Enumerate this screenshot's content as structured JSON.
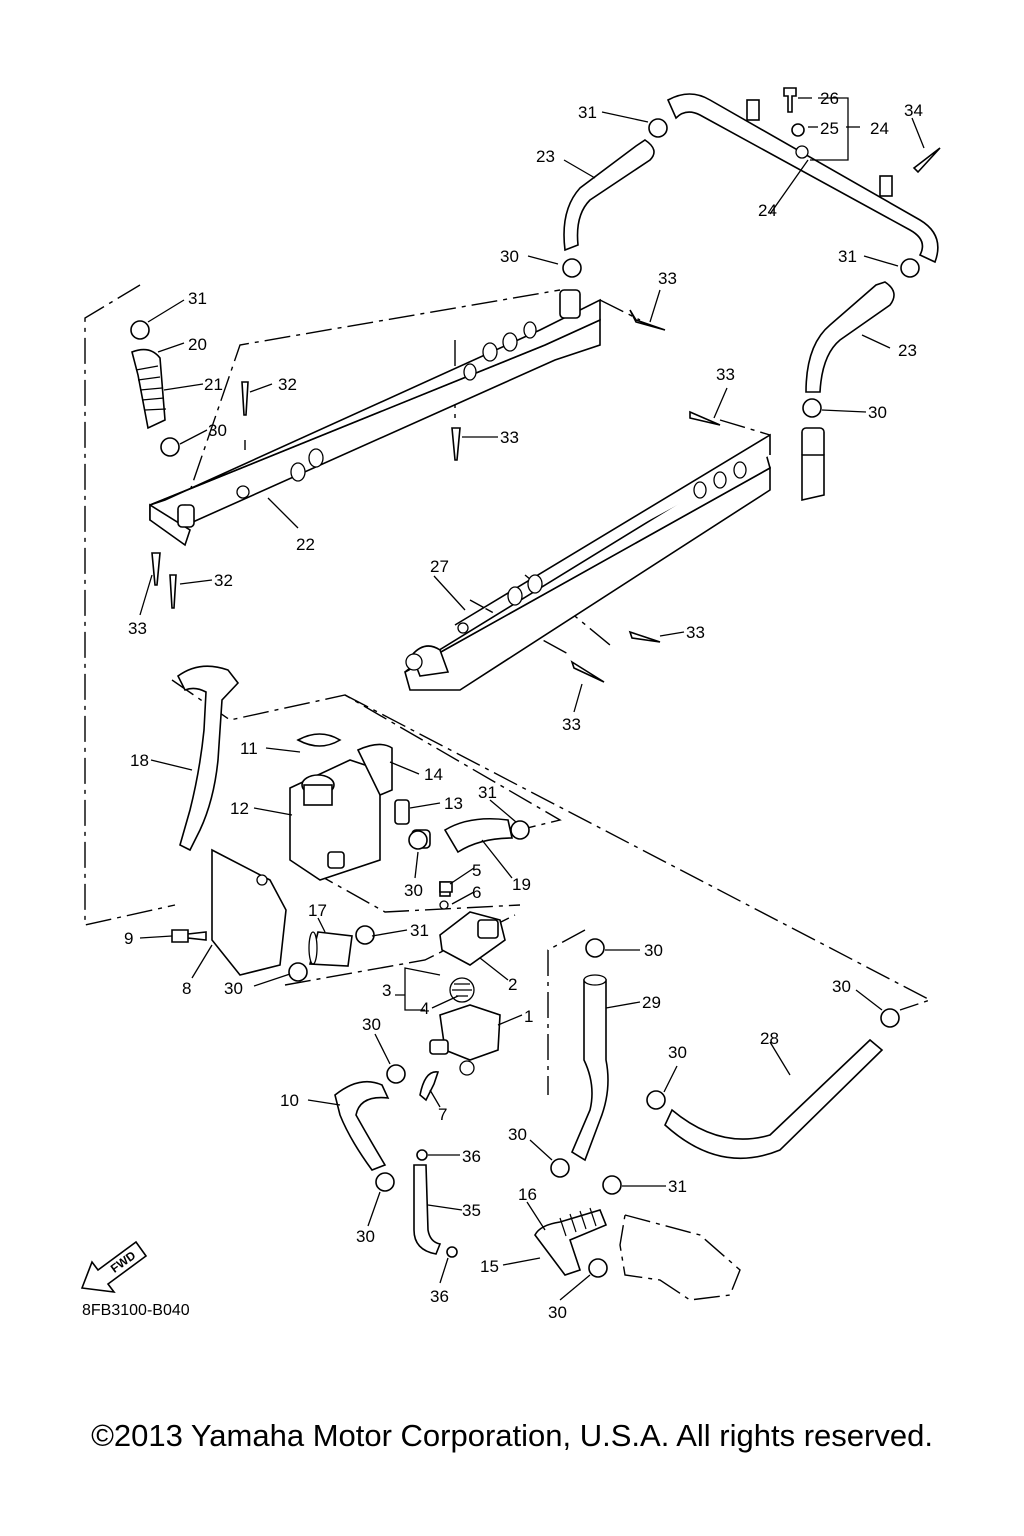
{
  "drawing_code": "8FB3100-B040",
  "copyright": "©2013 Yamaha Motor Corporation, U.S.A. All rights reserved.",
  "fwd_label": "FWD",
  "callouts": [
    "1",
    "2",
    "3",
    "4",
    "5",
    "6",
    "7",
    "8",
    "9",
    "10",
    "11",
    "12",
    "13",
    "14",
    "15",
    "16",
    "17",
    "18",
    "19",
    "20",
    "21",
    "22",
    "23",
    "24",
    "25",
    "26",
    "27",
    "28",
    "29",
    "30",
    "31",
    "32",
    "33",
    "34",
    "35",
    "36"
  ]
}
